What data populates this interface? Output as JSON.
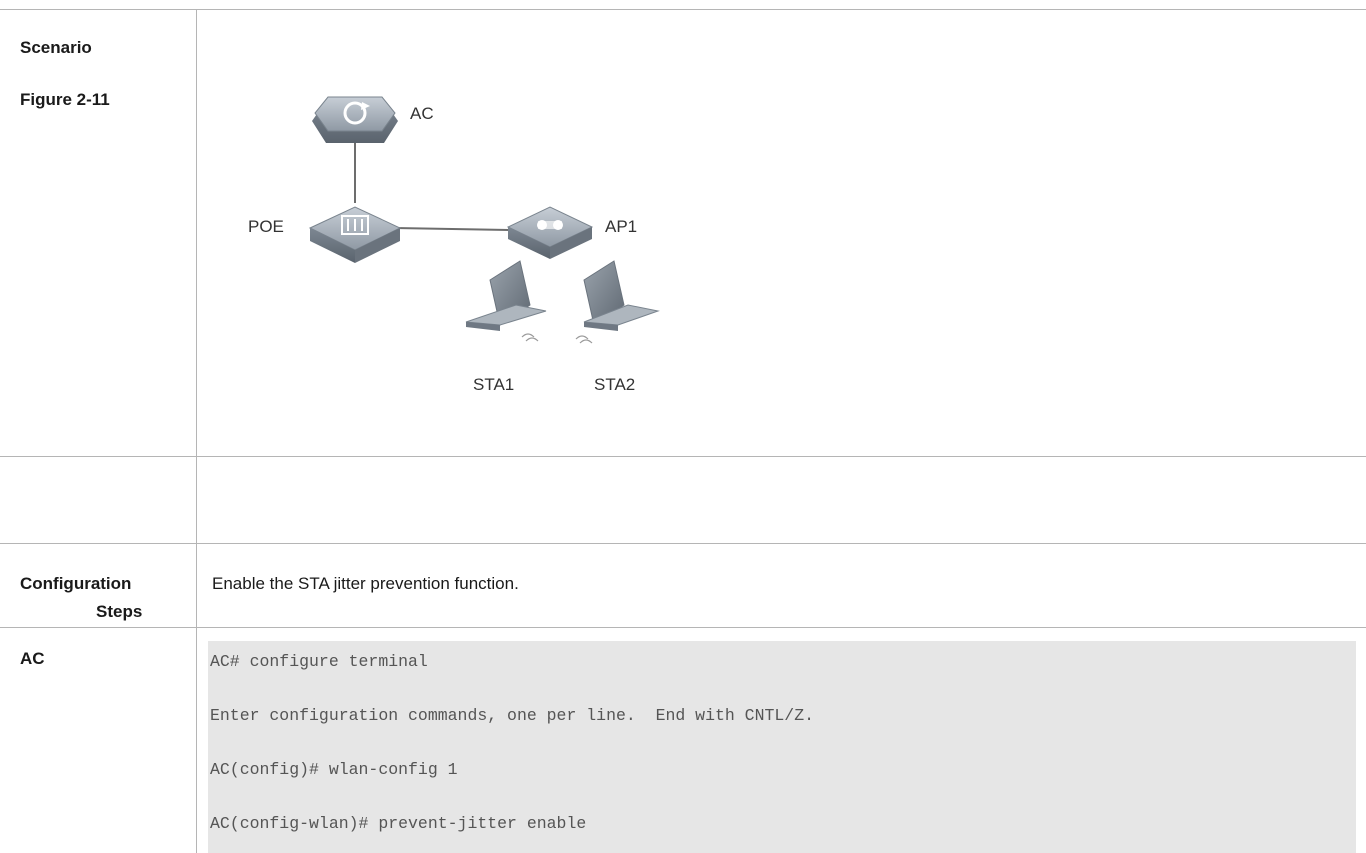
{
  "rows": {
    "scenario": {
      "label": "Scenario",
      "figure_label": "Figure 2-11"
    },
    "config_steps": {
      "label_line1": "Configuration",
      "label_line2": "Steps",
      "text": "Enable the STA jitter prevention function."
    },
    "ac": {
      "label": "AC",
      "code_lines": [
        "AC# configure terminal",
        "Enter configuration commands, one per line.  End with CNTL/Z.",
        "AC(config)# wlan-config 1",
        "AC(config-wlan)# prevent-jitter enable"
      ]
    }
  },
  "diagram": {
    "nodes": {
      "ac": "AC",
      "poe": "POE",
      "ap1": "AP1",
      "sta1": "STA1",
      "sta2": "STA2"
    }
  }
}
